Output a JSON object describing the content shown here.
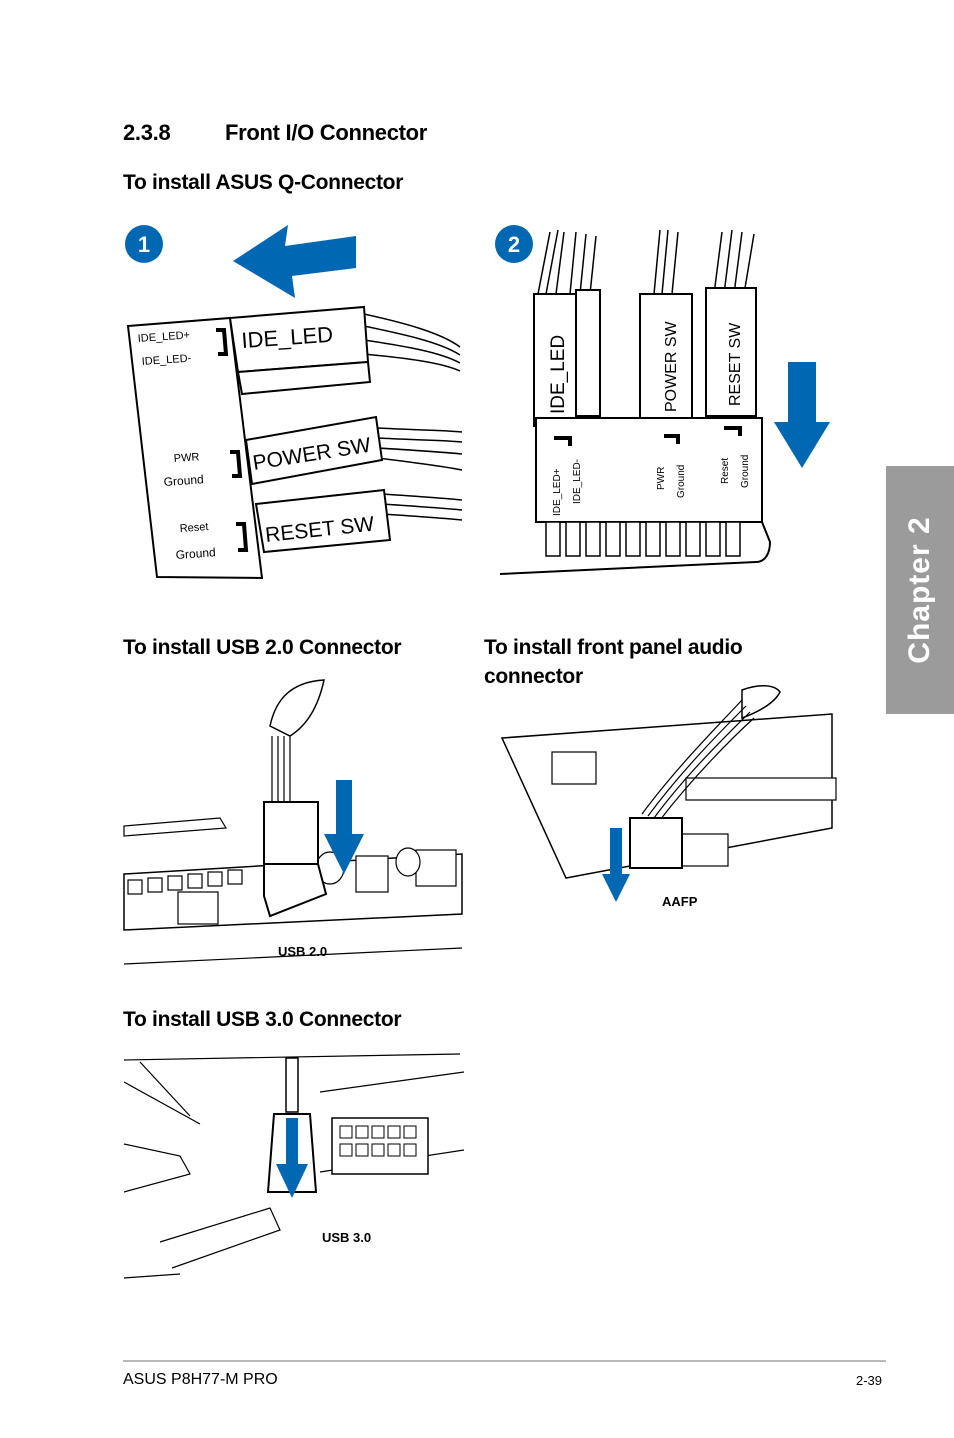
{
  "section": {
    "number": "2.3.8",
    "title": "Front I/O Connector"
  },
  "headings": {
    "q_connector": "To install ASUS Q-Connector",
    "usb2": "To install USB 2.0 Connector",
    "audio": "To install front panel audio connector",
    "usb3": "To install USB 3.0 Connector"
  },
  "steps": {
    "one": "1",
    "two": "2"
  },
  "qconn_labels": {
    "ide_led_plus": "IDE_LED+",
    "ide_led_minus": "IDE_LED-",
    "ide_led": "IDE_LED",
    "pwr": "PWR",
    "ground": "Ground",
    "power_sw": "POWER SW",
    "reset": "Reset",
    "reset_sw": "RESET SW"
  },
  "captions": {
    "usb2": "USB 2.0",
    "aafp": "AAFP",
    "usb3": "USB 3.0"
  },
  "chapter_tab": "Chapter 2",
  "footer": {
    "model": "ASUS P8H77-M PRO",
    "page": "2-39"
  },
  "colors": {
    "accent_blue": "#0068b3",
    "tab_gray": "#9b9b9b"
  }
}
